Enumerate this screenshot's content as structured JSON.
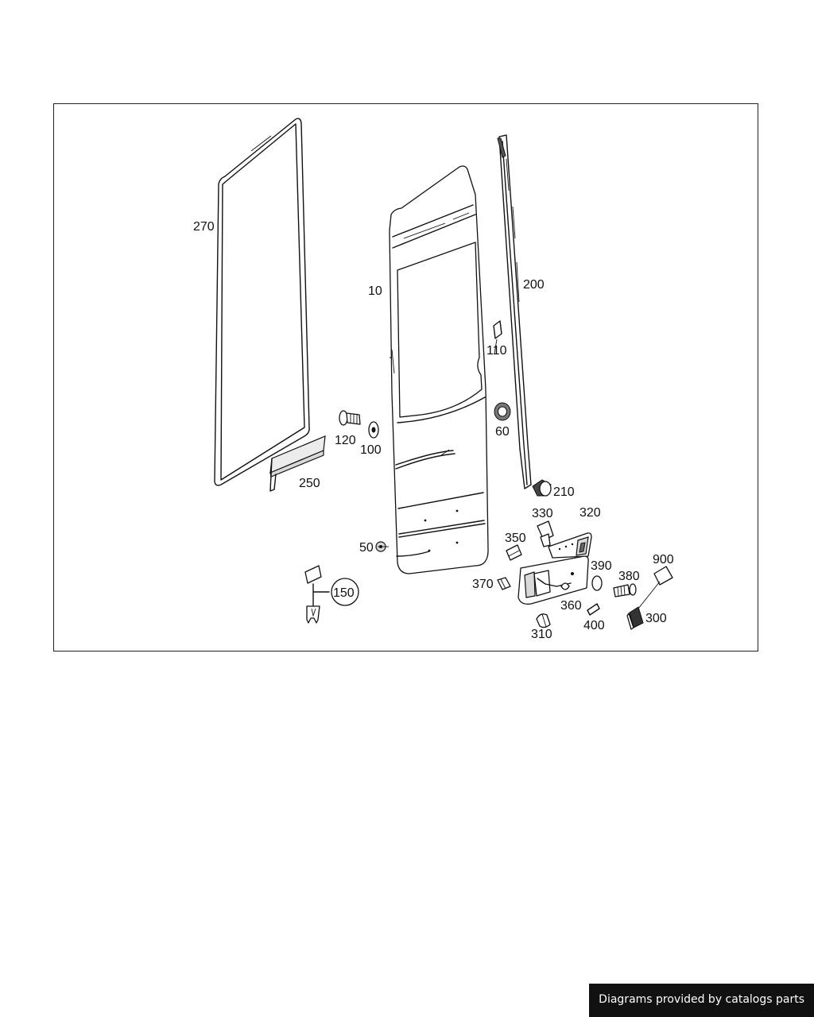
{
  "footer": {
    "credit": "Diagrams provided by catalogs parts"
  },
  "parts": {
    "p270": "270",
    "p10": "10",
    "p200": "200",
    "p110": "110",
    "p60": "60",
    "p120": "120",
    "p100": "100",
    "p250": "250",
    "p210": "210",
    "p330": "330",
    "p320": "320",
    "p350": "350",
    "p50": "50",
    "p390": "390",
    "p900": "900",
    "p380": "380",
    "p370": "370",
    "p150": "150",
    "p360": "360",
    "p300": "300",
    "p400": "400",
    "p310": "310"
  },
  "colors": {
    "line": "#111111",
    "frame": "#222222",
    "badge_bg": "#111111",
    "badge_text": "#ffffff"
  }
}
